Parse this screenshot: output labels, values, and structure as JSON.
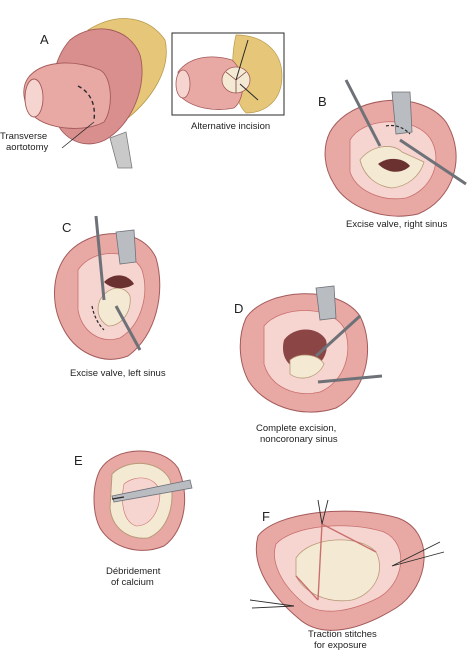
{
  "panels": {
    "a": {
      "letter": "A",
      "callout": [
        "Transverse",
        "aortotomy"
      ],
      "inset_caption": "Alternative incision"
    },
    "b": {
      "letter": "B",
      "caption": [
        "Excise valve, right sinus"
      ]
    },
    "c": {
      "letter": "C",
      "caption": [
        "Excise valve, left sinus"
      ]
    },
    "d": {
      "letter": "D",
      "caption": [
        "Complete excision,",
        "noncoronary sinus"
      ]
    },
    "e": {
      "letter": "E",
      "caption": [
        "Débridement",
        "of calcium"
      ]
    },
    "f": {
      "letter": "F",
      "caption": [
        "Traction stitches",
        "for exposure"
      ]
    }
  },
  "colors": {
    "tissue": "#e8a8a4",
    "tissue_dark": "#c9706f",
    "tissue_light": "#f6d4cf",
    "fat": "#e6c77a",
    "calcium": "#f4ead4",
    "instrument": "#b9bcc0",
    "instrument_dark": "#6e7278",
    "suture": "#2a2a2a"
  }
}
